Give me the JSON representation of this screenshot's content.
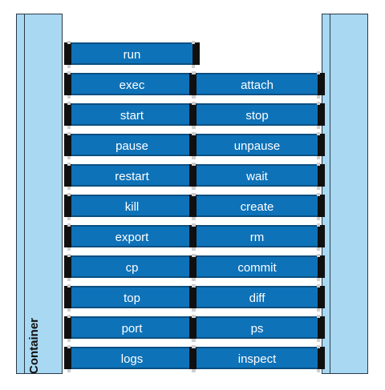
{
  "diagram": {
    "label": "Container",
    "left_commands": [
      "run",
      "exec",
      "start",
      "pause",
      "restart",
      "kill",
      "export",
      "cp",
      "top",
      "port",
      "logs"
    ],
    "right_commands": [
      "attach",
      "stop",
      "unpause",
      "wait",
      "create",
      "rm",
      "commit",
      "diff",
      "ps",
      "inspect"
    ],
    "colors": {
      "brick": "#0e72b8",
      "pillar": "#a8d8f2",
      "text": "#ffffff"
    }
  }
}
